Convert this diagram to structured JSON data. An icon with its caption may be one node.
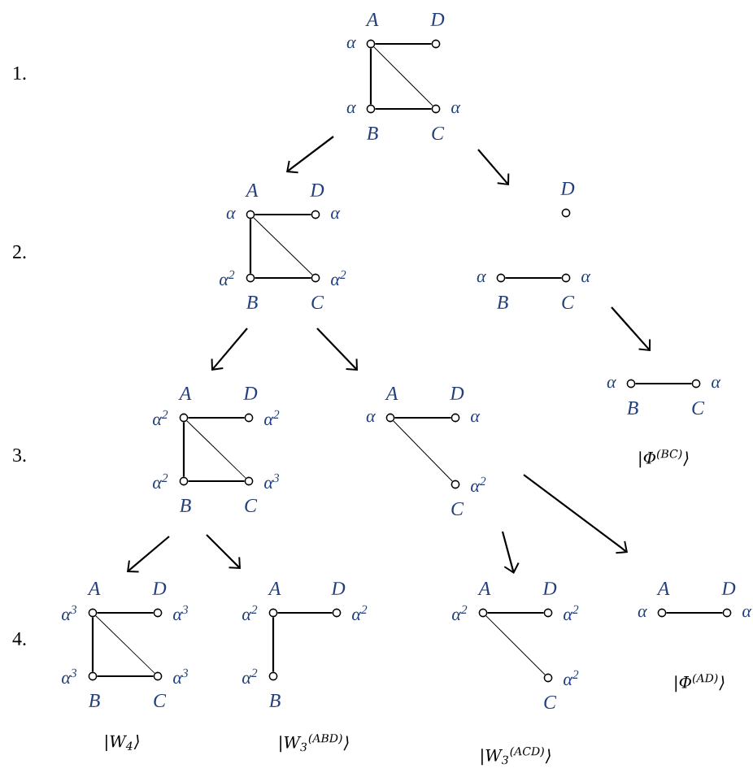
{
  "diagram": {
    "nodes": [
      {
        "text": [
          "A",
          "α"
        ]
      },
      {
        "text": [
          "D"
        ]
      },
      {
        "text": [
          "B",
          "α"
        ]
      },
      {
        "text": [
          "C",
          "α"
        ]
      },
      {
        "text": [
          "A",
          "α"
        ]
      },
      {
        "text": [
          "D",
          "α"
        ]
      },
      {
        "text": [
          "B",
          "α$^{2}$"
        ]
      },
      {
        "text": [
          "C",
          "α$^{2}$"
        ]
      },
      {
        "text": [
          "D"
        ]
      },
      {
        "text": [
          "B",
          "α"
        ]
      },
      {
        "text": [
          "C",
          "α"
        ]
      },
      {
        "text": [
          "A",
          "α$^{2}$"
        ]
      },
      {
        "text": [
          "D",
          "α$^{2}$"
        ]
      },
      {
        "text": [
          "B",
          "α$^{2}$"
        ]
      },
      {
        "text": [
          "C",
          "α$^{3}$"
        ]
      },
      {
        "text": [
          "A",
          "α"
        ]
      },
      {
        "text": [
          "D",
          "α"
        ]
      },
      {
        "text": [
          "C",
          "α$^{2}$"
        ]
      },
      {
        "text": [
          "B",
          "α"
        ]
      },
      {
        "text": [
          "C",
          "α"
        ]
      },
      {
        "text": [
          "A",
          "α$^{3}$"
        ]
      },
      {
        "text": [
          "D",
          "α$^{3}$"
        ]
      },
      {
        "text": [
          "B",
          "α$^{3}$"
        ]
      },
      {
        "text": [
          "C",
          "α$^{3}$"
        ]
      },
      {
        "text": [
          "A",
          "α$^{2}$"
        ]
      },
      {
        "text": [
          "D",
          "α$^{2}$"
        ]
      },
      {
        "text": [
          "B",
          "α$^{2}$"
        ]
      },
      {
        "text": [
          "A",
          "α$^{2}$"
        ]
      },
      {
        "text": [
          "D",
          "α$^{2}$"
        ]
      },
      {
        "text": [
          "C",
          "α$^{2}$"
        ]
      },
      {
        "text": [
          "A",
          "α"
        ]
      },
      {
        "text": [
          "D",
          "α"
        ]
      }
    ],
    "edges": [
      {
        "from": 0,
        "to": 1,
        "arrow": "none"
      },
      {
        "from": 0,
        "to": 2,
        "arrow": "none"
      },
      {
        "from": 2,
        "to": 3,
        "arrow": "none"
      },
      {
        "from": 0,
        "to": 3,
        "arrow": "none"
      },
      {
        "from": 4,
        "to": 5,
        "arrow": "none"
      },
      {
        "from": 4,
        "to": 6,
        "arrow": "none"
      },
      {
        "from": 6,
        "to": 7,
        "arrow": "none"
      },
      {
        "from": 4,
        "to": 7,
        "arrow": "none"
      },
      {
        "from": 9,
        "to": 10,
        "arrow": "none"
      },
      {
        "from": 11,
        "to": 12,
        "arrow": "none"
      },
      {
        "from": 11,
        "to": 13,
        "arrow": "none"
      },
      {
        "from": 13,
        "to": 14,
        "arrow": "none"
      },
      {
        "from": 11,
        "to": 14,
        "arrow": "none"
      },
      {
        "from": 15,
        "to": 16,
        "arrow": "none"
      },
      {
        "from": 15,
        "to": 17,
        "arrow": "none"
      },
      {
        "from": 18,
        "to": 19,
        "arrow": "none"
      },
      {
        "from": 20,
        "to": 21,
        "arrow": "none"
      },
      {
        "from": 20,
        "to": 22,
        "arrow": "none"
      },
      {
        "from": 22,
        "to": 23,
        "arrow": "none"
      },
      {
        "from": 20,
        "to": 23,
        "arrow": "none"
      },
      {
        "from": 24,
        "to": 25,
        "arrow": "none"
      },
      {
        "from": 24,
        "to": 26,
        "arrow": "none"
      },
      {
        "from": 27,
        "to": 28,
        "arrow": "none"
      },
      {
        "from": 27,
        "to": 29,
        "arrow": "none"
      },
      {
        "from": 30,
        "to": 31,
        "arrow": "none"
      }
    ],
    "labels": [
      "1.",
      "2.",
      "3.",
      "|Φ$^{(BC)}$⟩",
      "4.",
      "|Φ$^{(AD)}$⟩",
      "|W$_{4}$⟩",
      "|W$_{3}$$^{(ABD)}$⟩",
      "|W$_{3}$$^{(ACD)}$⟩"
    ]
  }
}
